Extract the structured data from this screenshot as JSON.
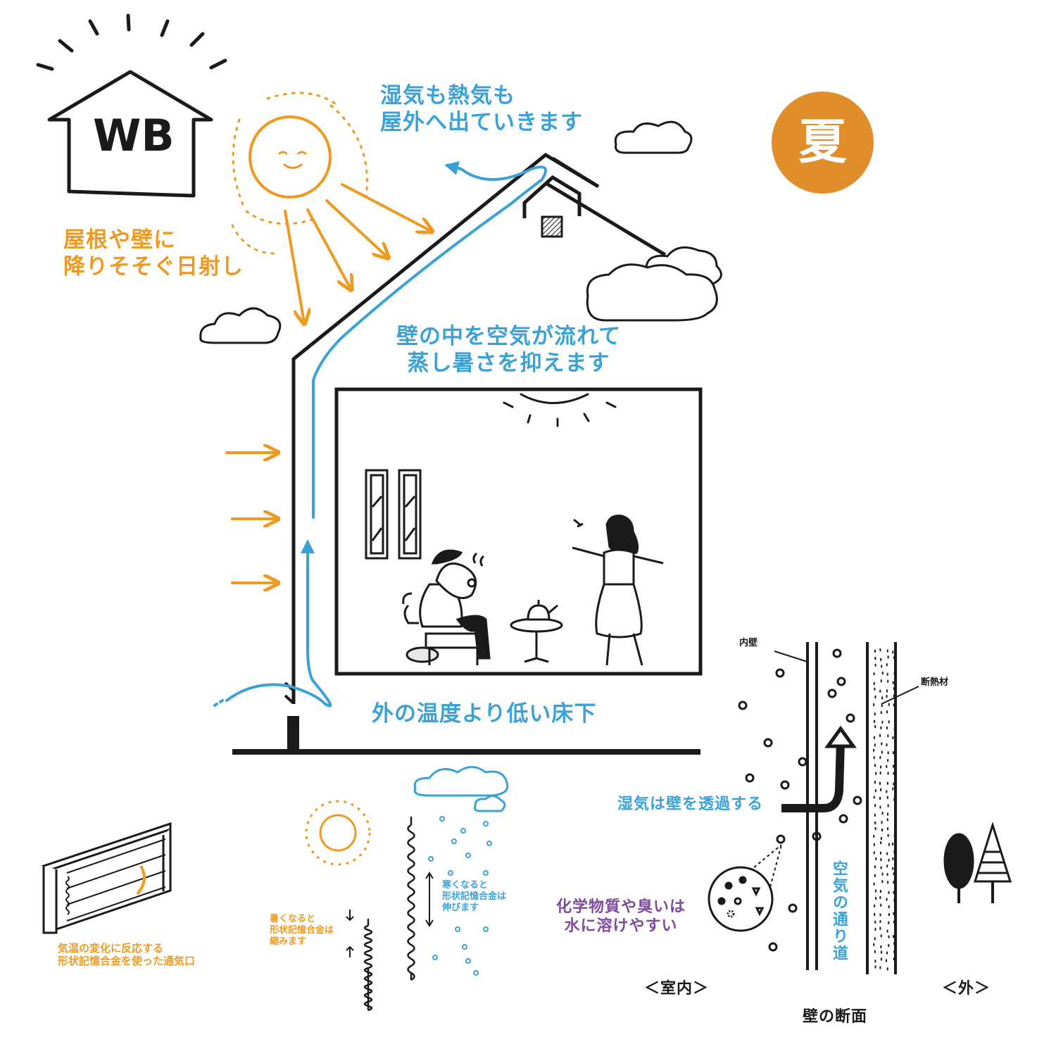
{
  "logo": {
    "text": "WB"
  },
  "season_badge": {
    "label": "夏",
    "color": "#E08E2B"
  },
  "labels": {
    "sunlight": [
      "屋根や壁に",
      "降りそそぐ日射し"
    ],
    "exhaust": [
      "湿気も熱気も",
      "屋外へ出ていきます"
    ],
    "wall_airflow": [
      "壁の中を空気が流れて",
      "蒸し暑さを抑えます"
    ],
    "underfloor": "外の温度より低い床下",
    "vent_caption": [
      "気温の変化に反応する",
      "形状記憶合金を使った通気口"
    ],
    "hot_contract": [
      "暑くなると",
      "形状記憶合金は",
      "縮みます"
    ],
    "cold_extend": [
      "寒くなると",
      "形状記憶合金は",
      "伸びます"
    ]
  },
  "wall_section": {
    "inner_wall": "内壁",
    "insulation": "断熱材",
    "moisture": "湿気は壁を透過する",
    "chemicals": [
      "化学物質や臭いは",
      "水に溶けやすい"
    ],
    "air_path": "空気の通り道",
    "indoor": "＜室内＞",
    "outdoor": "＜外＞",
    "title": "壁の断面"
  },
  "colors": {
    "orange": "#EE9A22",
    "blue": "#3AA2D6",
    "purple": "#7E4B9E",
    "ink": "#1a1a1a"
  },
  "icons": [
    "house-logo-icon",
    "sun-icon",
    "cloud-icon",
    "arrow-icon",
    "vent-icon",
    "spring-icon",
    "tree-icon",
    "molecule-icon"
  ]
}
